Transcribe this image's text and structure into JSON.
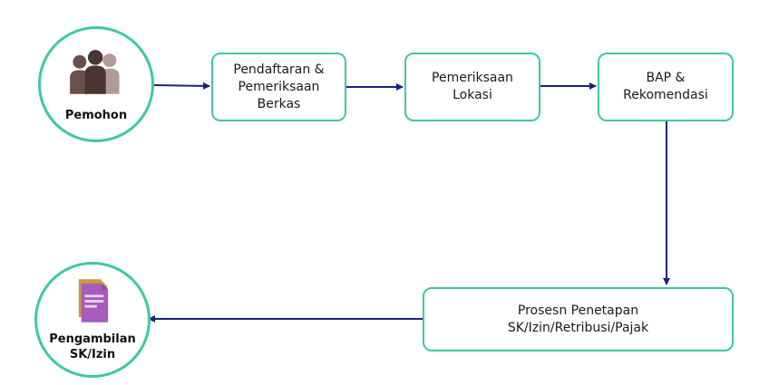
{
  "nodes": {
    "pemohon": {
      "label": "Pemohon",
      "icon": "people-icon"
    },
    "pendaftaran": {
      "label": "Pendaftaran &\nPemeriksaan\nBerkas"
    },
    "pemeriksaan_lokasi": {
      "label": "Pemeriksaan\nLokasi"
    },
    "bap": {
      "label": "BAP &\nRekomendasi"
    },
    "penetapan": {
      "label": "Prosesn Penetapan\nSK/Izin/Retribusi/Pajak"
    },
    "pengambilan": {
      "label": "Pengambilan\nSK/Izin",
      "icon": "document-icon"
    }
  },
  "colors": {
    "node_border": "#3cc8a5",
    "arrow": "#1a237e",
    "people_dark": "#4a3535",
    "people_mid": "#6b4f4a",
    "people_light": "#b29a94",
    "document_back": "#c79a3a",
    "document_front": "#a65bbd"
  }
}
